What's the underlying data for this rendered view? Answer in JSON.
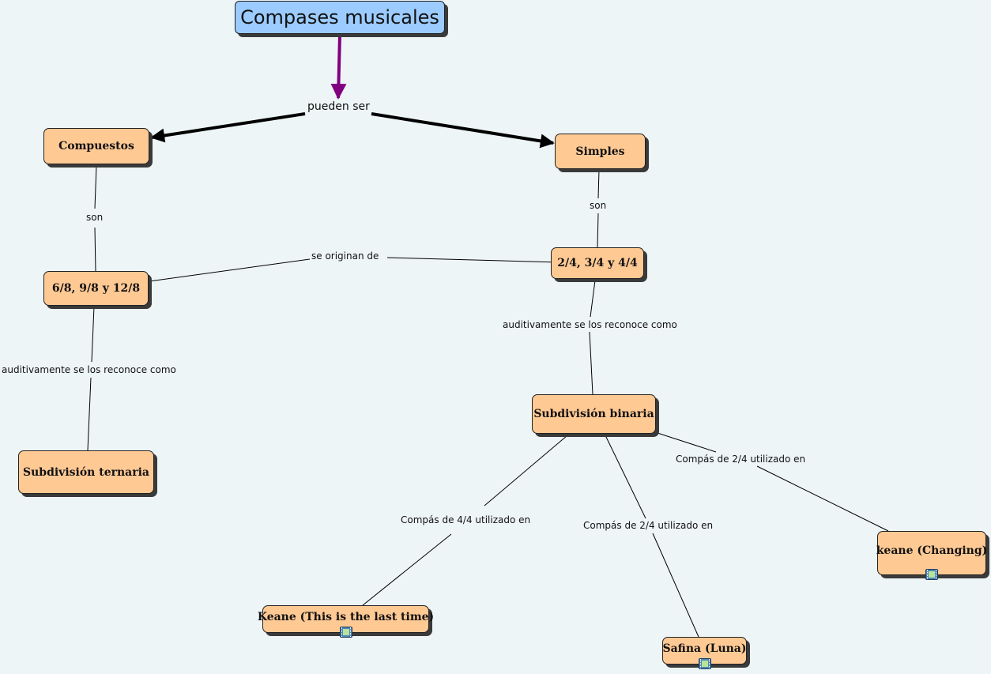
{
  "map": {
    "root": "Compases musicales",
    "links": {
      "pueden_ser": "pueden ser",
      "son_left": "son",
      "son_right": "son",
      "se_originan_de": "se originan de",
      "auditivamente_left": "auditivamente se los reconoce como",
      "auditivamente_right": "auditivamente se los reconoce como",
      "compas_44": "Compás de 4/4 utilizado en",
      "compas_24_mid": "Compás de 2/4 utilizado en",
      "compas_24_right": "Compás de 2/4 utilizado en"
    },
    "nodes": {
      "compuestos": "Compuestos",
      "simples": "Simples",
      "compuestos_compases": "6/8, 9/8 y 12/8",
      "simples_compases": "2/4, 3/4 y 4/4",
      "subdivision_ternaria": "Subdivisión ternaria",
      "subdivision_binaria": "Subdivisión binaria",
      "keane_last_time": "Keane (This is the last time)",
      "safina_luna": "Safina (Luna)",
      "keane_changing": "keane (Changing)"
    },
    "icons": {
      "media": "film-icon"
    },
    "colors": {
      "root_fill": "#9bcbff",
      "node_fill": "#ffc994",
      "root_arrow": "#800080",
      "background": "#eef5f7"
    }
  }
}
